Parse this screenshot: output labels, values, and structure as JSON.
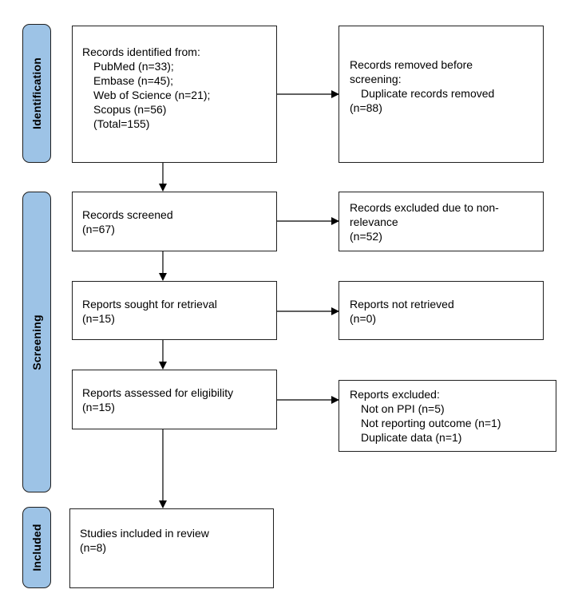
{
  "phases": {
    "identification": "Identification",
    "screening": "Screening",
    "included": "Included"
  },
  "boxes": {
    "records_identified": {
      "title": "Records identified from:",
      "sources": [
        "PubMed (n=33);",
        "Embase (n=45);",
        "Web of Science (n=21);",
        "Scopus (n=56)"
      ],
      "total": "(Total=155)"
    },
    "records_removed": {
      "title": "Records removed before",
      "line2": "screening:",
      "detail": "Duplicate records removed",
      "count": "(n=88)"
    },
    "records_screened": {
      "title": "Records screened",
      "count": "(n=67)"
    },
    "records_excluded": {
      "title": "Records excluded due to non-",
      "line2": "relevance",
      "count": "(n=52)"
    },
    "reports_sought": {
      "title": "Reports sought for retrieval",
      "count": "(n=15)"
    },
    "reports_not_retrieved": {
      "title": "Reports not retrieved",
      "count": "(n=0)"
    },
    "reports_assessed": {
      "title": "Reports assessed for eligibility",
      "count": "(n=15)"
    },
    "reports_excluded": {
      "title": "Reports excluded:",
      "reasons": [
        "Not on PPI (n=5)",
        "Not reporting outcome (n=1)",
        "Duplicate data (n=1)"
      ]
    },
    "studies_included": {
      "title": "Studies included in review",
      "count": "(n=8)"
    }
  }
}
